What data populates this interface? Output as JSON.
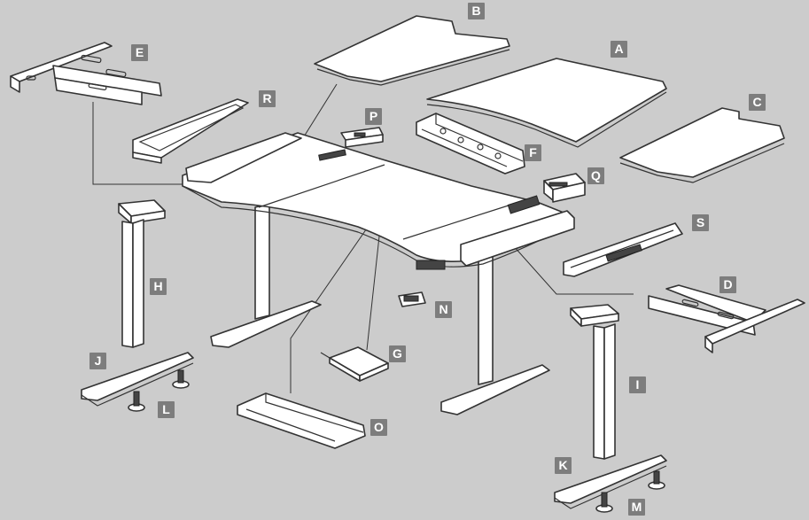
{
  "diagram": {
    "background_color": "#cccccc",
    "label_color": "#7d7d7d",
    "part_labels": [
      "A",
      "B",
      "C",
      "D",
      "E",
      "F",
      "G",
      "H",
      "I",
      "J",
      "K",
      "L",
      "M",
      "N",
      "O",
      "P",
      "Q",
      "R",
      "S"
    ]
  }
}
